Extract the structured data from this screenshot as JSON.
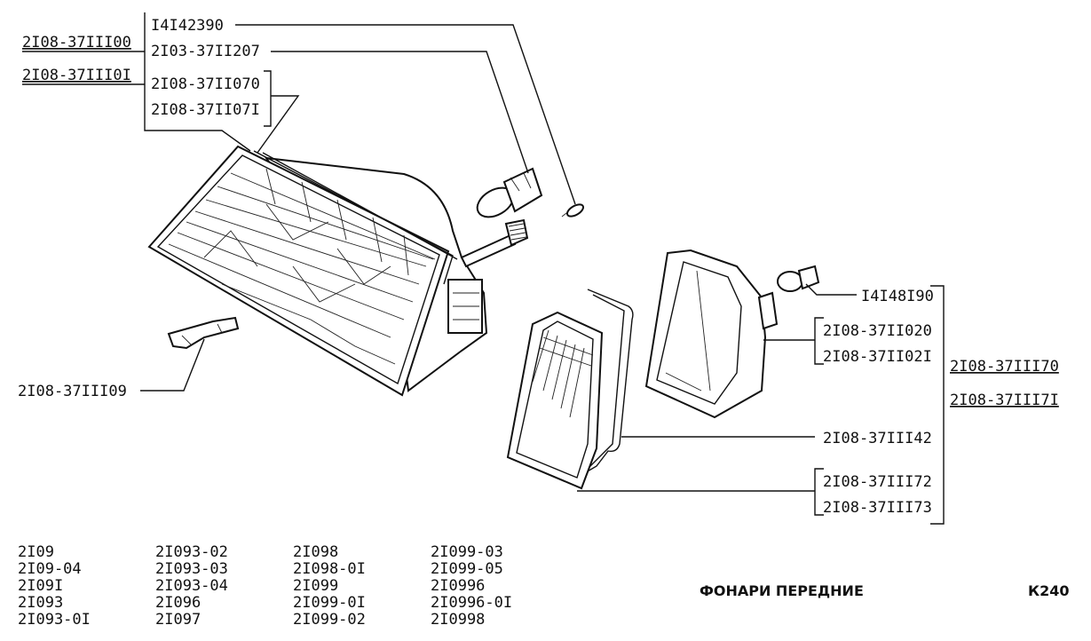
{
  "callouts": {
    "headlamp_assy_left": "2I08-37III00",
    "headlamp_assy_right": "2I08-37III0I",
    "side_bulb": "I4I42390",
    "headlamp_bulb": "2I03-37II207",
    "headlamp_unit_a": "2I08-37II070",
    "headlamp_unit_b": "2I08-37II07I",
    "bracket": "2I08-37III09",
    "indicator_bulb": "I4I48I90",
    "indicator_housing_a": "2I08-37II020",
    "indicator_housing_b": "2I08-37II02I",
    "indicator_assy_left": "2I08-37III70",
    "indicator_assy_right": "2I08-37III7I",
    "gasket": "2I08-37III42",
    "lens_a": "2I08-37III72",
    "lens_b": "2I08-37III73"
  },
  "models": [
    [
      "2I09",
      "2I09-04",
      "2I09I",
      "2I093",
      "2I093-0I"
    ],
    [
      "2I093-02",
      "2I093-03",
      "2I093-04",
      "2I096",
      "2I097"
    ],
    [
      "2I098",
      "2I098-0I",
      "2I099",
      "2I099-0I",
      "2I099-02"
    ],
    [
      "2I099-03",
      "2I099-05",
      "2I0996",
      "2I0996-0I",
      "2I0998"
    ]
  ],
  "title": "ФОНАРИ ПЕРЕДНИЕ",
  "sheet": "К240"
}
